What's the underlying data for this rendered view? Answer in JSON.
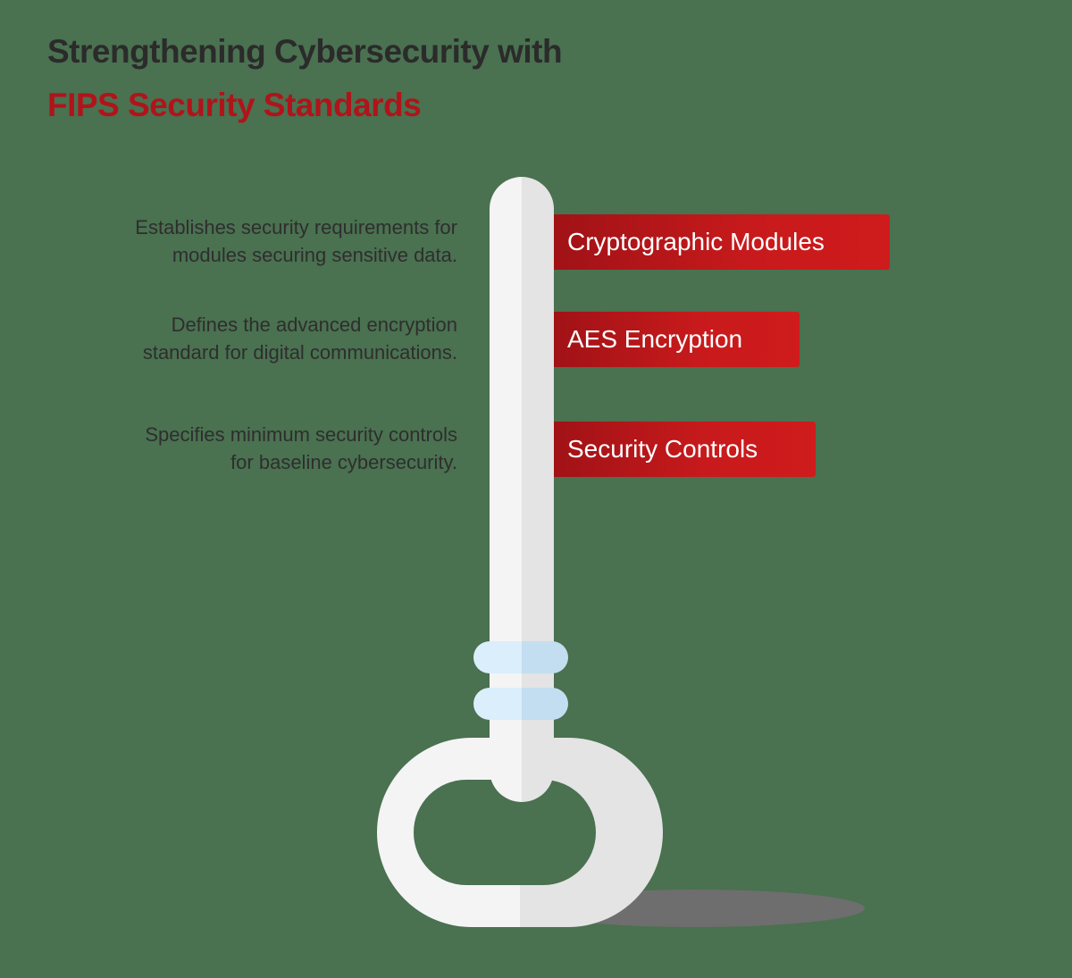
{
  "title": {
    "line1": "Strengthening Cybersecurity with",
    "line2": "FIPS Security Standards",
    "line1_color": "#2b2b2b",
    "line2_color": "#b0141a"
  },
  "items": [
    {
      "label": "Cryptographic Modules",
      "description_line1": "Establishes security requirements for",
      "description_line2": "modules securing sensitive data."
    },
    {
      "label": "AES Encryption",
      "description_line1": "Defines the advanced encryption",
      "description_line2": "standard for digital communications."
    },
    {
      "label": "Security Controls",
      "description_line1": "Specifies minimum security controls",
      "description_line2": "for baseline cybersecurity."
    }
  ],
  "graphic": {
    "icon": "key-icon",
    "banner_color": "#c81a1c",
    "key_colors": [
      "#f4f4f4",
      "#e4e4e4"
    ],
    "ring_colors": [
      "#daeefc",
      "#c3def0"
    ],
    "background": "#4a7150"
  }
}
